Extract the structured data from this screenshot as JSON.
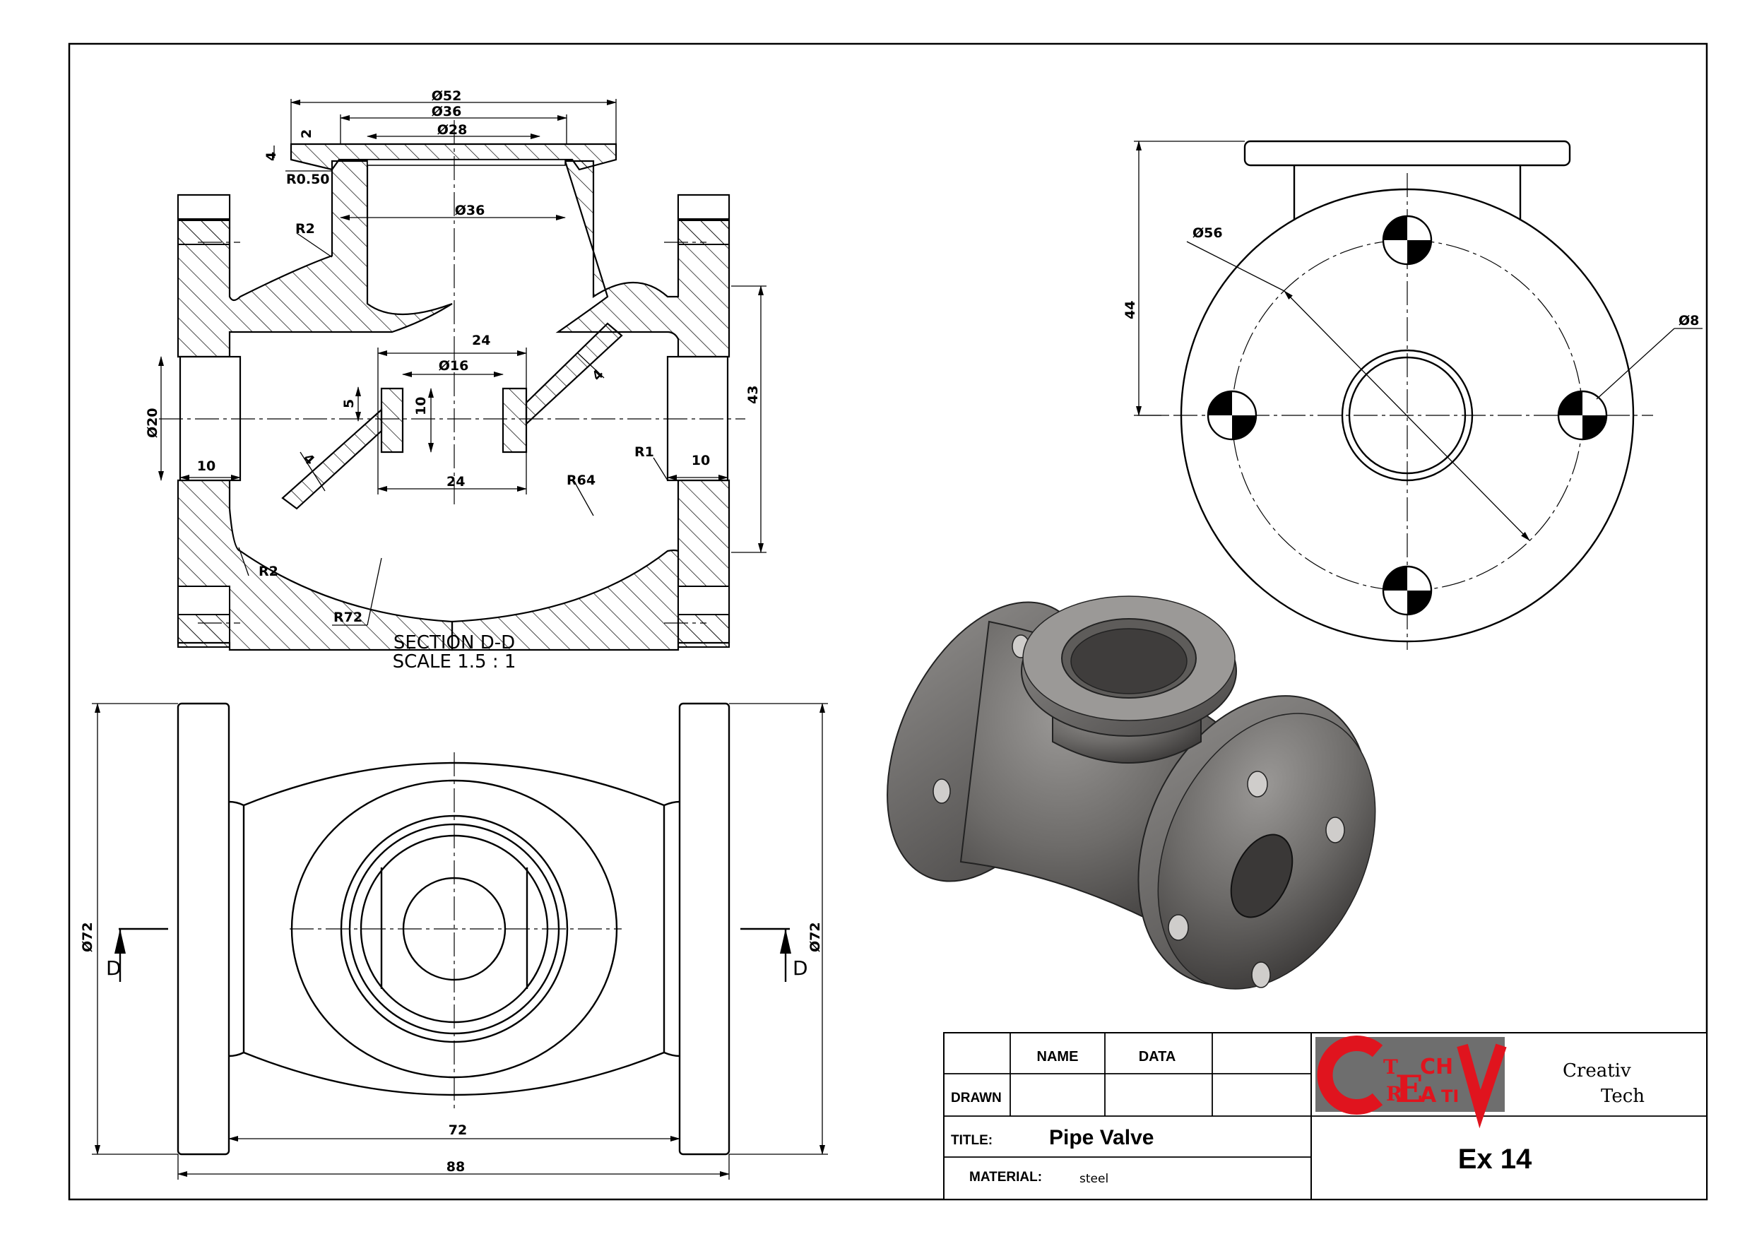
{
  "section": {
    "title": "SECTION D-D",
    "scale": "SCALE 1.5 : 1",
    "dims": {
      "d52": "52",
      "d36_top": "36",
      "d28": "28",
      "d36_neck": "36",
      "h2": "2",
      "h4": "4",
      "r050": "R0.50",
      "r2_upper": "R2",
      "r2_lower": "R2",
      "w24_top": "24",
      "d16": "16",
      "h5": "5",
      "h10": "10",
      "w24_bot": "24",
      "t4_right": "4",
      "t4_left": "4",
      "d20": "20",
      "w10_left": "10",
      "w10_right": "10",
      "r1": "R1",
      "r64": "R64",
      "r72": "R72",
      "h43": "43"
    }
  },
  "side_view": {
    "dims": {
      "d56": "56",
      "d8": "8",
      "h44": "44"
    }
  },
  "front_view": {
    "dims": {
      "d72_left": "72",
      "d72_right": "72",
      "w72": "72",
      "w88": "88"
    },
    "section_marks": {
      "left": "D",
      "right": "D"
    }
  },
  "title_block": {
    "col_name": "NAME",
    "col_data": "DATA",
    "row_drawn": "DRAWN",
    "title_label": "TITLE:",
    "title_value": "Pipe Valve",
    "material_label": "MATERIAL:",
    "material_value": "steel",
    "company_line1": "Creativ",
    "company_line2": "Tech",
    "exercise": "Ex 14",
    "logo_text": "CREATIV TECH"
  },
  "symbols": {
    "diameter": "Ø"
  },
  "colors": {
    "logo_red": "#e0141e",
    "logo_bg": "#6e6e6e",
    "metal": "#6d6b69"
  }
}
